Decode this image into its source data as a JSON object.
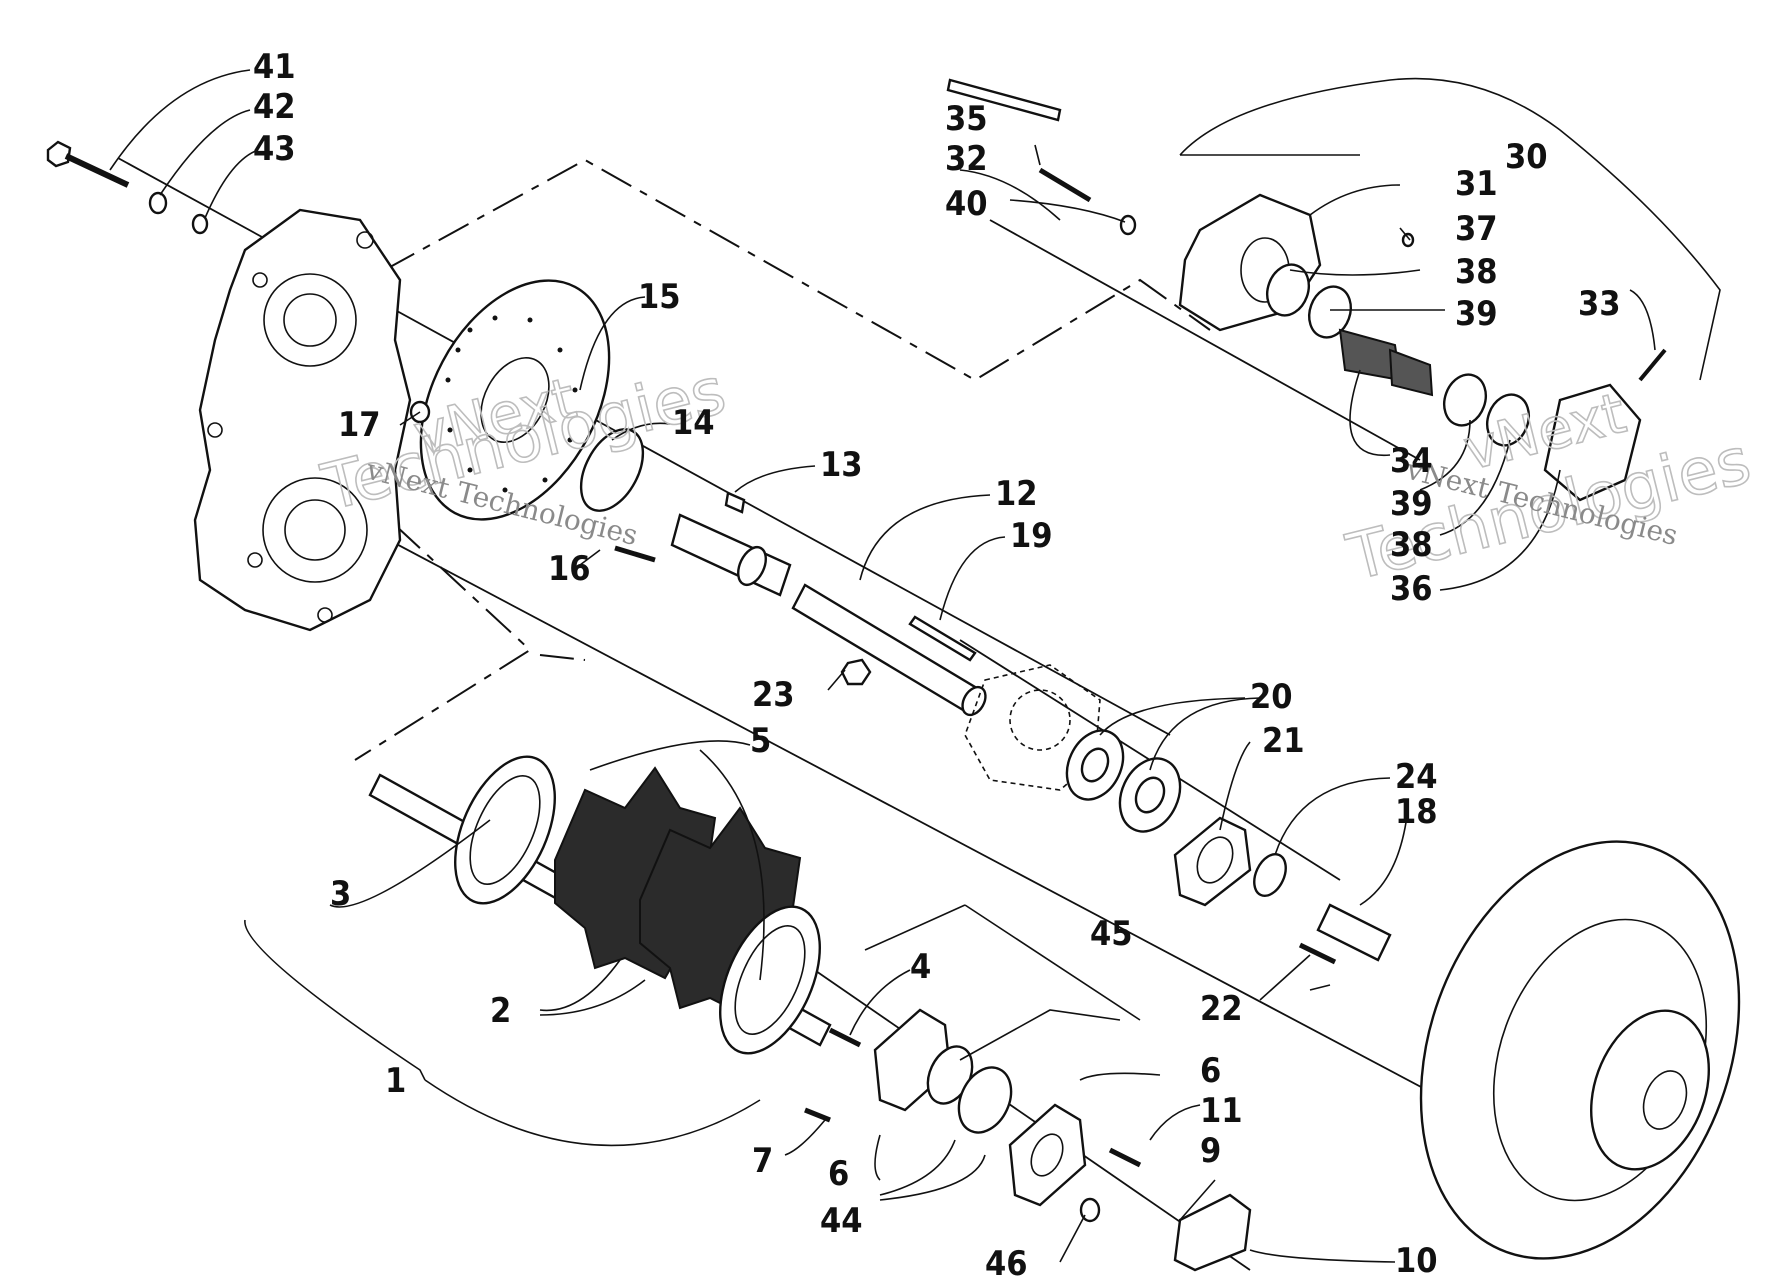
{
  "parts": [
    {
      "id": "p1",
      "label": "1"
    },
    {
      "id": "p2",
      "label": "2"
    },
    {
      "id": "p3",
      "label": "3"
    },
    {
      "id": "p4",
      "label": "4"
    },
    {
      "id": "p5",
      "label": "5"
    },
    {
      "id": "p6a",
      "label": "6"
    },
    {
      "id": "p6b",
      "label": "6"
    },
    {
      "id": "p7",
      "label": "7"
    },
    {
      "id": "p9",
      "label": "9"
    },
    {
      "id": "p10",
      "label": "10"
    },
    {
      "id": "p11",
      "label": "11"
    },
    {
      "id": "p12",
      "label": "12"
    },
    {
      "id": "p13",
      "label": "13"
    },
    {
      "id": "p14",
      "label": "14"
    },
    {
      "id": "p15",
      "label": "15"
    },
    {
      "id": "p16",
      "label": "16"
    },
    {
      "id": "p17",
      "label": "17"
    },
    {
      "id": "p18",
      "label": "18"
    },
    {
      "id": "p19",
      "label": "19"
    },
    {
      "id": "p20",
      "label": "20"
    },
    {
      "id": "p21",
      "label": "21"
    },
    {
      "id": "p22",
      "label": "22"
    },
    {
      "id": "p23",
      "label": "23"
    },
    {
      "id": "p24",
      "label": "24"
    },
    {
      "id": "p30",
      "label": "30"
    },
    {
      "id": "p31",
      "label": "31"
    },
    {
      "id": "p32",
      "label": "32"
    },
    {
      "id": "p33",
      "label": "33"
    },
    {
      "id": "p34",
      "label": "34"
    },
    {
      "id": "p35",
      "label": "35"
    },
    {
      "id": "p36",
      "label": "36"
    },
    {
      "id": "p37",
      "label": "37"
    },
    {
      "id": "p38a",
      "label": "38"
    },
    {
      "id": "p38b",
      "label": "38"
    },
    {
      "id": "p39a",
      "label": "39"
    },
    {
      "id": "p39b",
      "label": "39"
    },
    {
      "id": "p40",
      "label": "40"
    },
    {
      "id": "p41",
      "label": "41"
    },
    {
      "id": "p42",
      "label": "42"
    },
    {
      "id": "p43",
      "label": "43"
    },
    {
      "id": "p44",
      "label": "44"
    },
    {
      "id": "p45",
      "label": "45"
    },
    {
      "id": "p46",
      "label": "46"
    }
  ],
  "watermark": {
    "brand": "vNext",
    "name": "Technologies",
    "caption": "vNext Technologies"
  }
}
